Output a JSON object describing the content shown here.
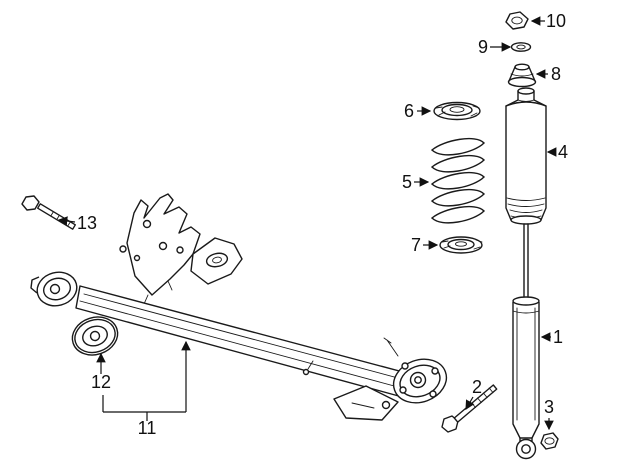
{
  "diagram": {
    "background_color": "#ffffff",
    "line_color": "#1a1a1a",
    "text_color": "#111111"
  },
  "callouts": {
    "c1": {
      "label": "1"
    },
    "c2": {
      "label": "2"
    },
    "c3": {
      "label": "3"
    },
    "c4": {
      "label": "4"
    },
    "c5": {
      "label": "5"
    },
    "c6": {
      "label": "6"
    },
    "c7": {
      "label": "7"
    },
    "c8": {
      "label": "8"
    },
    "c9": {
      "label": "9"
    },
    "c10": {
      "label": "10"
    },
    "c11": {
      "label": "11"
    },
    "c12": {
      "label": "12"
    },
    "c13": {
      "label": "13"
    }
  }
}
